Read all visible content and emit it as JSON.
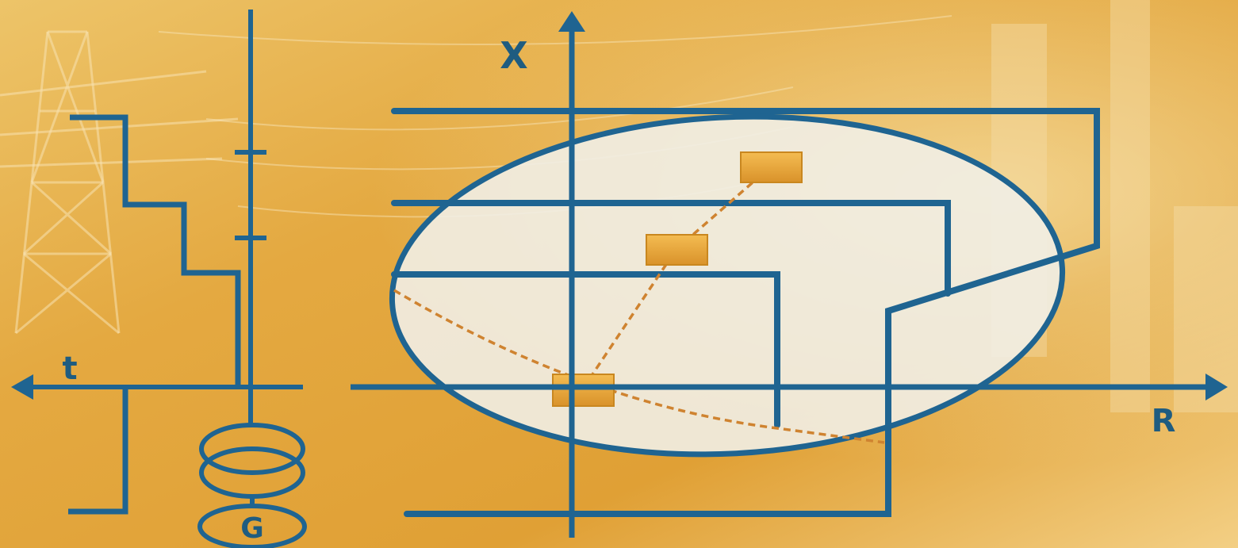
{
  "labels": {
    "x_axis": "X",
    "r_axis": "R",
    "t_axis": "t",
    "generator": "G"
  },
  "colors": {
    "background_light": "#f2c96a",
    "background_mid": "#e4a53c",
    "background_dark": "#c98a22",
    "line_blue": "#1f6491",
    "ellipse_fill": "#f1eee6",
    "marker_orange": "#e2a43c",
    "dashed_line": "#cf8330"
  },
  "icons": [
    "transformer-icon",
    "generator-icon",
    "transmission-tower-icon"
  ]
}
